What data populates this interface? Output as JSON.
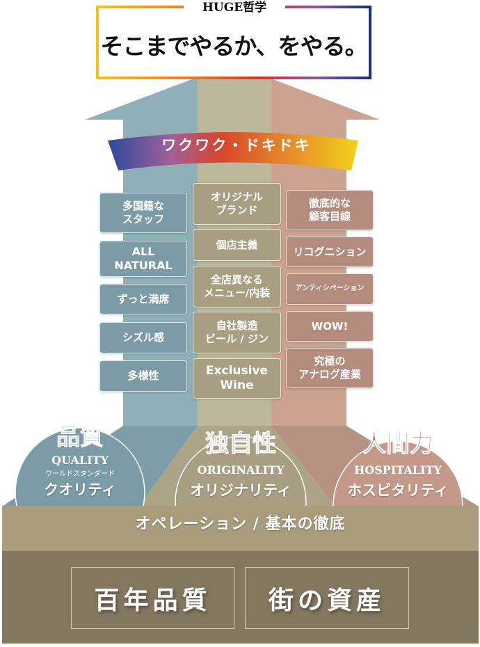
{
  "header": {
    "label": "HUGE哲学",
    "slogan": "そこまでやるか、をやる。"
  },
  "ribbon": {
    "text": "ワクワク・ドキドキ"
  },
  "columns": [
    {
      "color": "#8fb0b9",
      "items": [
        "多国籍な\nスタッフ",
        "ALL\nNATURAL",
        "ずっと満席",
        "シズル感",
        "多様性"
      ]
    },
    {
      "color": "#bdb89b",
      "items": [
        "オリジナル\nブランド",
        "個店主義",
        "全店異なる\nメニュー/内装",
        "自社製造\nビール / ジン",
        "Exclusive\nWine"
      ]
    },
    {
      "color": "#cba390",
      "items": [
        "徹底的な\n顧客目線",
        "リコグニション",
        "アンティシペーション",
        "WOW!",
        "究極の\nアナログ産業"
      ]
    }
  ],
  "pillars": [
    {
      "title": "品質",
      "en": "QUALITY",
      "sub": "ワールドスタンダード",
      "ja": "クオリティ",
      "title_color": "#6f93a1"
    },
    {
      "title": "独自性",
      "en": "ORIGINALITY",
      "ja": "オリジナリティ",
      "title_color": "#8f8770"
    },
    {
      "title": "人間力",
      "en": "HOSPITALITY",
      "ja": "ホスピタリティ",
      "title_color": "#9a5a55"
    }
  ],
  "base": {
    "text": "オペレーション / 基本の徹底"
  },
  "foundation": [
    "百年品質",
    "街の資産"
  ]
}
